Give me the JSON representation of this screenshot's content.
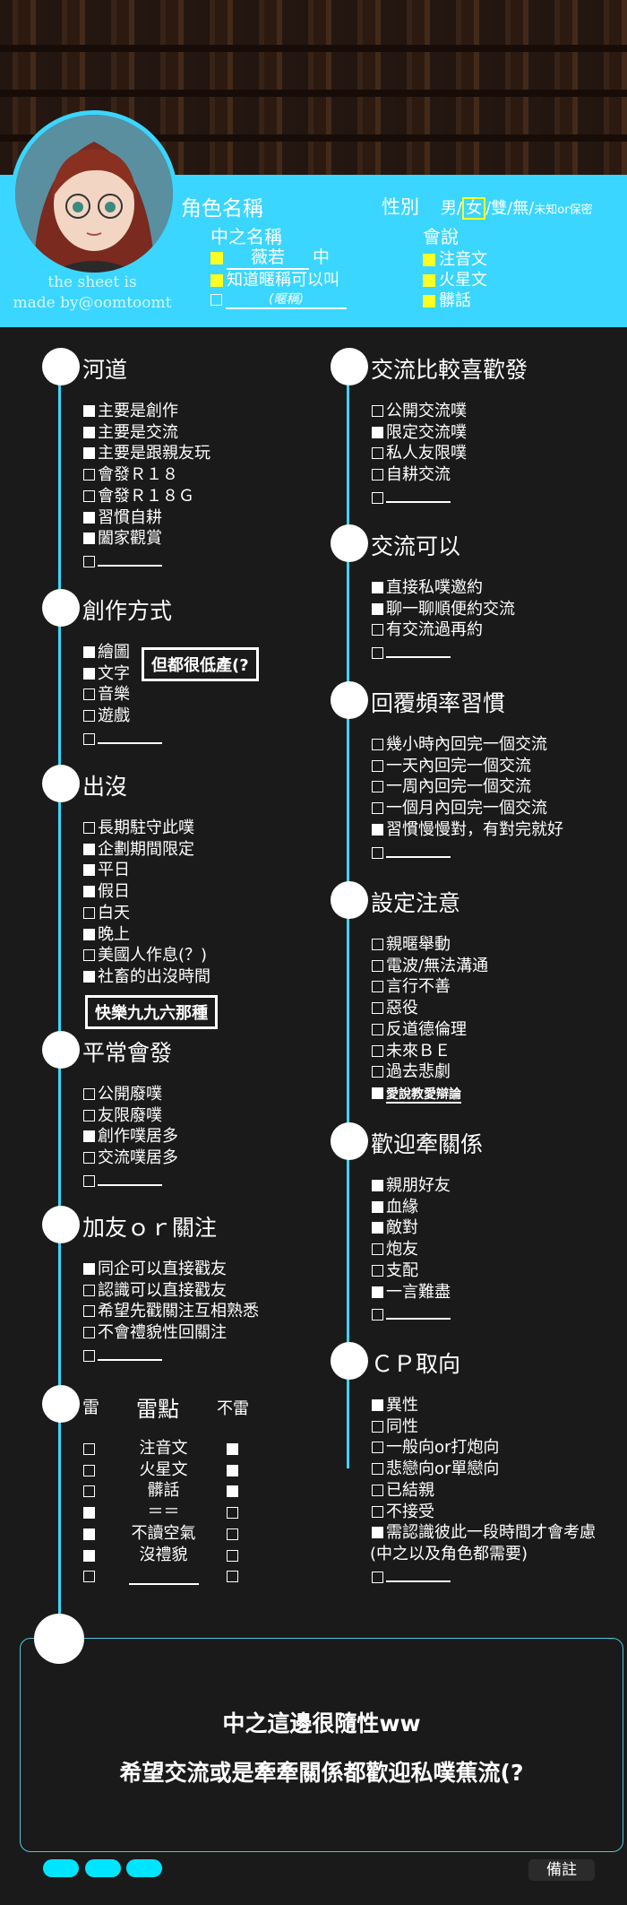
{
  "header": {
    "credit_line1": "the sheet is",
    "credit_line2": "made by@oomtoomt",
    "char_name_label": "角色名稱",
    "gender_label": "性別",
    "gender_male": "男",
    "gender_female": "女",
    "gender_rest": "雙/無/",
    "gender_unknown": "未知or保密",
    "player_name_label": "中之名稱",
    "player_name": "薇若",
    "player_suffix": "中",
    "nickname_ok": "知道暱稱可以叫",
    "nickname_hint": "(暱稱)",
    "speaks_label": "會說",
    "speaks": [
      "注音文",
      "火星文",
      "髒話"
    ]
  },
  "sections": {
    "river": {
      "title": "河道",
      "items": [
        {
          "label": "主要是創作",
          "checked": true
        },
        {
          "label": "主要是交流",
          "checked": true
        },
        {
          "label": "主要是跟親友玩",
          "checked": true
        },
        {
          "label": "會發Ｒ１８",
          "checked": false
        },
        {
          "label": "會發Ｒ１８Ｇ",
          "checked": false
        },
        {
          "label": "習慣自耕",
          "checked": true
        },
        {
          "label": "闔家觀賞",
          "checked": true
        }
      ]
    },
    "create": {
      "title": "創作方式",
      "items": [
        {
          "label": "繪圖",
          "checked": true
        },
        {
          "label": "文字",
          "checked": true
        },
        {
          "label": "音樂",
          "checked": false
        },
        {
          "label": "遊戲",
          "checked": false
        }
      ],
      "note": "但都很低產(?"
    },
    "appear": {
      "title": "出沒",
      "items": [
        {
          "label": "長期駐守此噗",
          "checked": false
        },
        {
          "label": "企劃期間限定",
          "checked": true
        },
        {
          "label": "平日",
          "checked": true
        },
        {
          "label": "假日",
          "checked": true
        },
        {
          "label": "白天",
          "checked": false
        },
        {
          "label": "晚上",
          "checked": true
        },
        {
          "label": "美國人作息(？)",
          "checked": false
        },
        {
          "label": "社畜的出沒時間",
          "checked": true
        }
      ],
      "note": "快樂九九六那種"
    },
    "usual": {
      "title": "平常會發",
      "items": [
        {
          "label": "公開廢噗",
          "checked": false
        },
        {
          "label": "友限廢噗",
          "checked": false
        },
        {
          "label": "創作噗居多",
          "checked": true
        },
        {
          "label": "交流噗居多",
          "checked": false
        }
      ]
    },
    "follow": {
      "title": "加友ｏｒ關注",
      "items": [
        {
          "label": "同企可以直接戳友",
          "checked": true
        },
        {
          "label": "認識可以直接戳友",
          "checked": false
        },
        {
          "label": "希望先戳關注互相熟悉",
          "checked": false
        },
        {
          "label": "不會禮貌性回關注",
          "checked": false
        }
      ]
    },
    "mines": {
      "title": "雷",
      "mid_title": "雷點",
      "right_title": "不雷",
      "rows": [
        {
          "label": "注音文",
          "mine": false,
          "ok": true
        },
        {
          "label": "火星文",
          "mine": false,
          "ok": true
        },
        {
          "label": "髒話",
          "mine": false,
          "ok": true
        },
        {
          "label": "＝＝",
          "mine": true,
          "ok": false
        },
        {
          "label": "不讀空氣",
          "mine": true,
          "ok": false
        },
        {
          "label": "沒禮貌",
          "mine": true,
          "ok": false
        }
      ]
    },
    "prefer": {
      "title": "交流比較喜歡發",
      "items": [
        {
          "label": "公開交流噗",
          "checked": false
        },
        {
          "label": "限定交流噗",
          "checked": true
        },
        {
          "label": "私人友限噗",
          "checked": false
        },
        {
          "label": "自耕交流",
          "checked": false
        }
      ]
    },
    "can": {
      "title": "交流可以",
      "items": [
        {
          "label": "直接私噗邀約",
          "checked": true
        },
        {
          "label": "聊一聊順便約交流",
          "checked": true
        },
        {
          "label": "有交流過再約",
          "checked": false
        }
      ]
    },
    "reply": {
      "title": "回覆頻率習慣",
      "items": [
        {
          "label": "幾小時內回完一個交流",
          "checked": false
        },
        {
          "label": "一天內回完一個交流",
          "checked": false
        },
        {
          "label": "一周內回完一個交流",
          "checked": false
        },
        {
          "label": "一個月內回完一個交流",
          "checked": false
        },
        {
          "label": "習慣慢慢對，有對完就好",
          "checked": true
        }
      ]
    },
    "setting": {
      "title": "設定注意",
      "items": [
        {
          "label": "親暱舉動",
          "checked": false
        },
        {
          "label": "電波/無法溝通",
          "checked": false
        },
        {
          "label": "言行不善",
          "checked": false
        },
        {
          "label": "惡役",
          "checked": false
        },
        {
          "label": "反道德倫理",
          "checked": false
        },
        {
          "label": "未來ＢＥ",
          "checked": false
        },
        {
          "label": "過去悲劇",
          "checked": false
        }
      ],
      "extra": "愛說教愛辯論"
    },
    "relation": {
      "title": "歡迎牽關係",
      "items": [
        {
          "label": "親朋好友",
          "checked": true
        },
        {
          "label": "血緣",
          "checked": true
        },
        {
          "label": "敵對",
          "checked": true
        },
        {
          "label": "炮友",
          "checked": false
        },
        {
          "label": "支配",
          "checked": false
        },
        {
          "label": "一言難盡",
          "checked": true
        }
      ]
    },
    "cp": {
      "title": "ＣＰ取向",
      "items": [
        {
          "label": "異性",
          "checked": true
        },
        {
          "label": "同性",
          "checked": false
        },
        {
          "label": "一般向or打炮向",
          "checked": false
        },
        {
          "label": "悲戀向or單戀向",
          "checked": false
        },
        {
          "label": "已結親",
          "checked": false
        },
        {
          "label": "不接受",
          "checked": false
        },
        {
          "label": "需認識彼此一段時間才會考慮",
          "checked": true
        }
      ],
      "extra_line": "(中之以及角色都需要)"
    }
  },
  "bottom": {
    "line1": "中之這邊很隨性ww",
    "line2": "希望交流或是牽牽關係都歡迎私噗蕉流(?",
    "remarks_tab": "備註"
  }
}
